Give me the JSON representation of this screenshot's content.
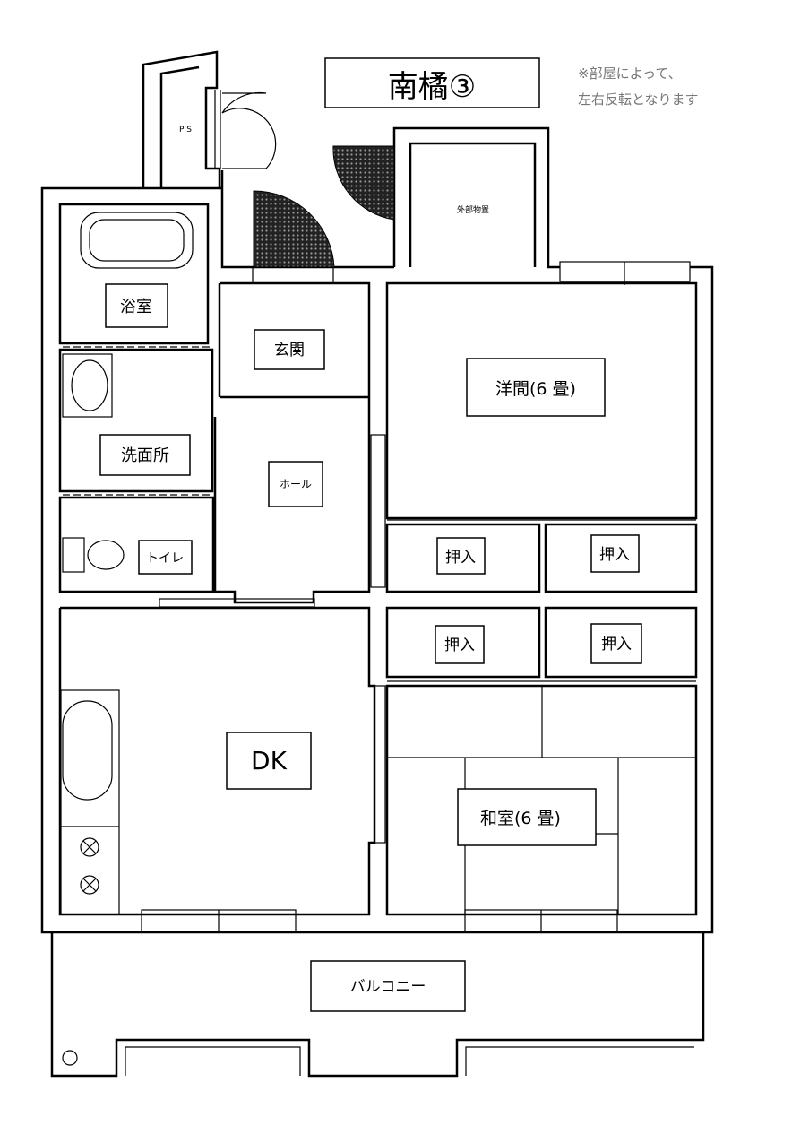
{
  "title": "南橘③",
  "note": [
    "※部屋によって、",
    "左右反転となります"
  ],
  "rooms": {
    "ps": "P S",
    "storage": "外部物置",
    "bath": "浴室",
    "washroom": "洗面所",
    "toilet": "トイレ",
    "entrance": "玄関",
    "hall": "ホール",
    "western_room": "洋間(6 畳)",
    "closet_1": "押入",
    "closet_2": "押入",
    "closet_3": "押入",
    "closet_4": "押入",
    "dk": "DK",
    "japanese_room": "和室(6 畳)",
    "balcony": "バルコニー"
  }
}
